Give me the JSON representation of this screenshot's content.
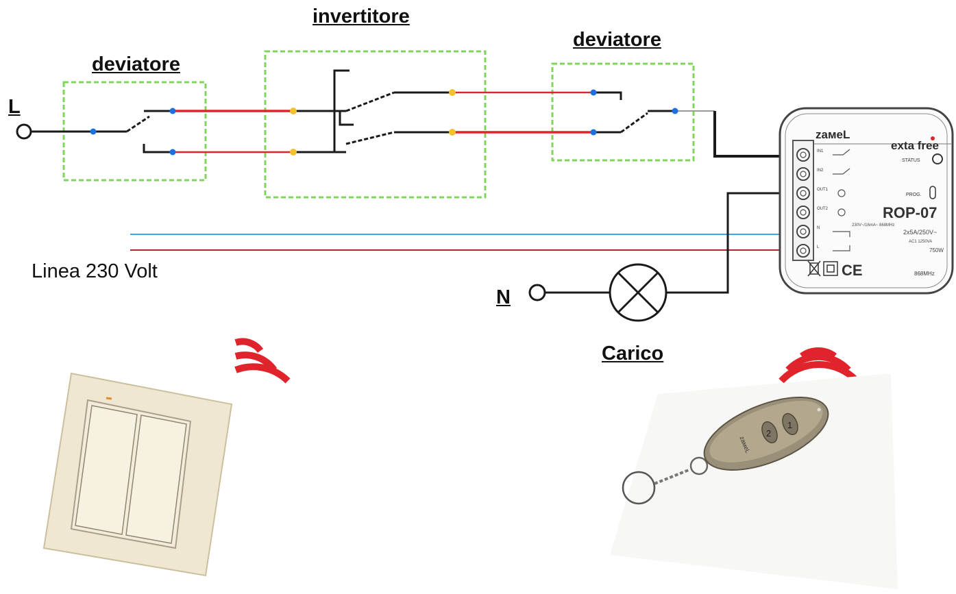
{
  "labels": {
    "left_deviator": "deviatore",
    "invertor": "invertitore",
    "right_deviator": "deviatore",
    "line_L": "L",
    "line_N": "N",
    "line_230": "Linea 230 Volt",
    "load": "Carico"
  },
  "module": {
    "brand": "zaмeL",
    "logo": "exta free",
    "status_label": "STATUS",
    "prog_label": "PROG.",
    "model": "ROP-07",
    "spec_1": "230V~/16mA~ 868MHz",
    "spec_2": "2x5A/250V~",
    "spec_3": "AC1 1250VA",
    "spec_4": "750W",
    "freq": "868MHz",
    "terminals": [
      "IN1",
      "IN2",
      "OUT1",
      "OUT2",
      "N",
      "L"
    ],
    "ce_mark": "CE"
  },
  "remote": {
    "brand": "zaмeL",
    "button_1": "1",
    "button_2": "2"
  },
  "colors": {
    "wire_black": "#1a1a1a",
    "wire_red": "#e0242b",
    "wire_blue": "#3aa6e8",
    "wire_darkred": "#b0242b",
    "box_green": "#7fd65a",
    "node_blue": "#1e6fe0",
    "node_yellow": "#f2c12e",
    "signal_red": "#e0242b"
  }
}
